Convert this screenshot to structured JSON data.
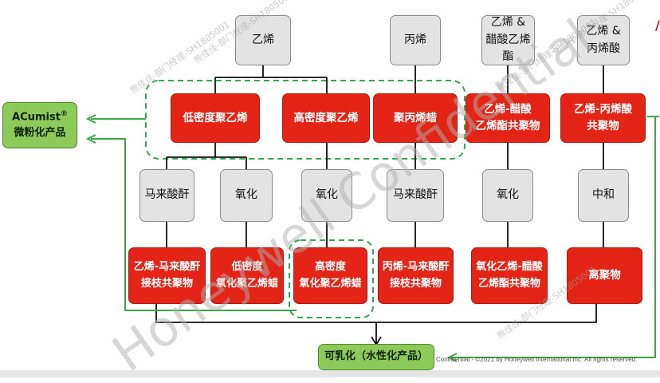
{
  "monomers": {
    "ethylene": "乙烯",
    "propylene": "丙烯",
    "ethylene_va_line1": "乙烯 &",
    "ethylene_va_line2": "醋酸乙烯酯",
    "ethylene_aa_line1": "乙烯 &",
    "ethylene_aa_line2": "丙烯酸"
  },
  "polymers": {
    "ldpe": "低密度聚乙烯",
    "hdpe": "高密度聚乙烯",
    "pp_wax": "聚丙烯蜡",
    "eva_line1": "乙烯-醋酸",
    "eva_line2": "乙烯酯共聚物",
    "eaa_line1": "乙烯-丙烯酸",
    "eaa_line2": "共聚物"
  },
  "processes": {
    "maleic_1": "马来酸酐",
    "oxidation_1": "氧化",
    "oxidation_2": "氧化",
    "maleic_2": "马来酸酐",
    "oxidation_3": "氧化",
    "neutralization": "中和"
  },
  "products": {
    "pe_maleic_line1": "乙烯-马来酸酐",
    "pe_maleic_line2": "接枝共聚物",
    "ox_ldpe_line1": "低密度",
    "ox_ldpe_line2": "氧化聚乙烯蜡",
    "ox_hdpe_line1": "高密度",
    "ox_hdpe_line2": "氧化聚乙烯蜡",
    "pp_maleic_line1": "丙烯-马来酸酐",
    "pp_maleic_line2": "接枝共聚物",
    "ox_eva_line1": "氧化乙烯-醋酸",
    "ox_eva_line2": "乙烯酯共聚物",
    "ionomer": "离聚物"
  },
  "outputs": {
    "acumist_name": "ACumist",
    "acumist_reg": "®",
    "acumist_sub": "微粉化产品",
    "emulsifiable": "可乳化（水性化产品）"
  },
  "footer": "Confidential - ©2021 by Honeywell International Inc. All rights reserved.",
  "watermark": {
    "big": "Honeywell Confidential",
    "small": "熊佳佳-部门经理-SH1805001"
  },
  "colors": {
    "red": "#e32417",
    "gray": "#e3e3e3",
    "green": "#8ccb5a",
    "arrow_green": "#3aa845",
    "dash_green": "#36a852"
  }
}
